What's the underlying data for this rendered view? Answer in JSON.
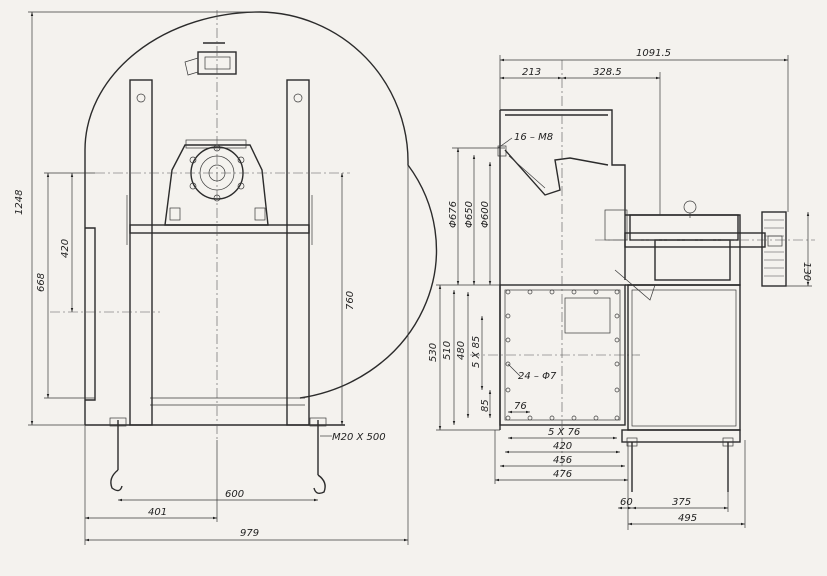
{
  "dims": {
    "d1248": "1248",
    "d420": "420",
    "d668": "668",
    "d760": "760",
    "d600": "600",
    "d401": "401",
    "d979": "979",
    "bolt": "M20 X 500",
    "d1091": "1091.5",
    "d213": "213",
    "d328": "328.5",
    "holes16": "16 – M8",
    "phi676": "Φ676",
    "phi650": "Φ650",
    "phi600": "Φ600",
    "d130": "130",
    "d530": "530",
    "d510": "510",
    "d480": "480",
    "d5x85": "5 X 85",
    "holes24": "24 – Φ7",
    "d85": "85",
    "d76": "76",
    "d5x76": "5 X 76",
    "d420b": "420",
    "d456": "456",
    "d476": "476",
    "d60": "60",
    "d375": "375",
    "d495": "495"
  }
}
